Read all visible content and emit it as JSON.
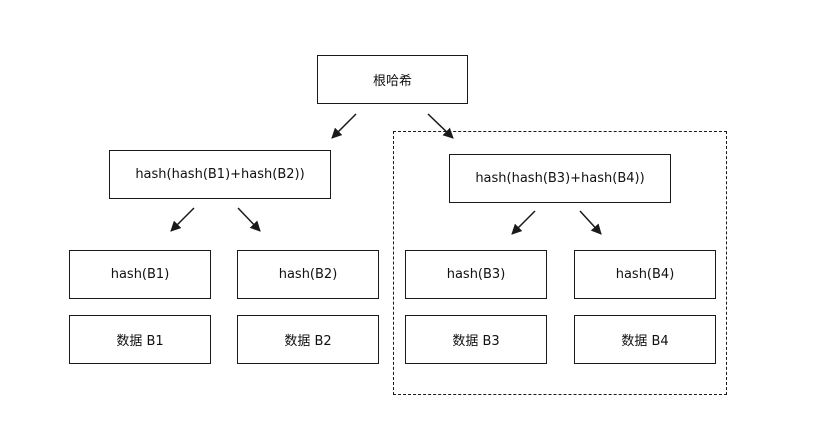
{
  "diagram": {
    "root": {
      "label": "根哈希"
    },
    "left_branch": {
      "label": "hash(hash(B1)+hash(B2))",
      "leaves": [
        {
          "hash_label": "hash(B1)",
          "data_label": "数据 B1"
        },
        {
          "hash_label": "hash(B2)",
          "data_label": "数据 B2"
        }
      ]
    },
    "right_branch": {
      "label": "hash(hash(B3)+hash(B4))",
      "leaves": [
        {
          "hash_label": "hash(B3)",
          "data_label": "数据 B3"
        },
        {
          "hash_label": "hash(B4)",
          "data_label": "数据 B4"
        }
      ],
      "highlighted": true
    },
    "colors": {
      "stroke": "#1a1a1a",
      "text": "#111111",
      "background": "#ffffff"
    }
  }
}
